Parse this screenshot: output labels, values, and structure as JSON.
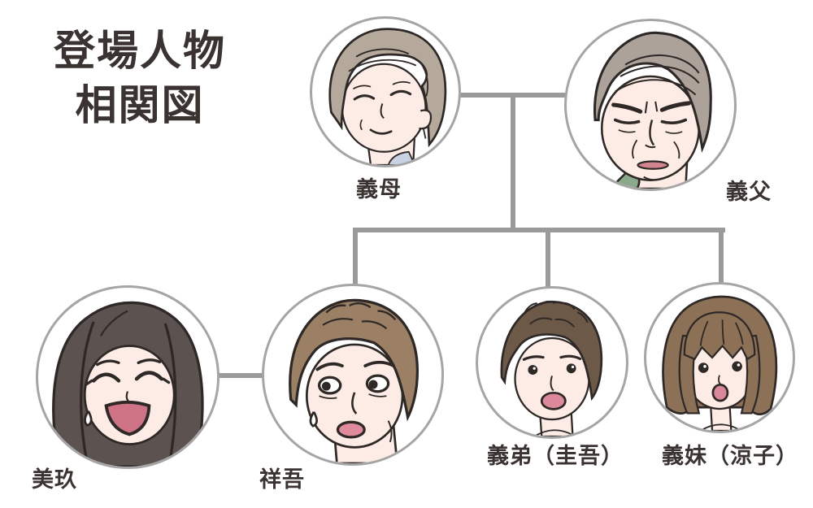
{
  "title": {
    "line1": "登場人物",
    "line2": "相関図"
  },
  "characters": [
    {
      "label": "義母"
    },
    {
      "label": "義父"
    },
    {
      "label": "美玖"
    },
    {
      "label": "祥吾"
    },
    {
      "label": "義弟（圭吾）"
    },
    {
      "label": "義妹（涼子）"
    }
  ],
  "relationships": [
    {
      "type": "couple",
      "between": [
        "義母",
        "義父"
      ]
    },
    {
      "type": "parent-child",
      "from": [
        "義母",
        "義父"
      ],
      "to": [
        "祥吾",
        "義弟（圭吾）",
        "義妹（涼子）"
      ]
    },
    {
      "type": "couple",
      "between": [
        "美玖",
        "祥吾"
      ]
    }
  ],
  "colors": {
    "background": "#ffffff",
    "connector_line": "#9a9a9a",
    "circle_border": "#a5a5a5",
    "text": "#3a3331",
    "skin": "#fdece5",
    "mouth_pink": "#ce7386"
  }
}
